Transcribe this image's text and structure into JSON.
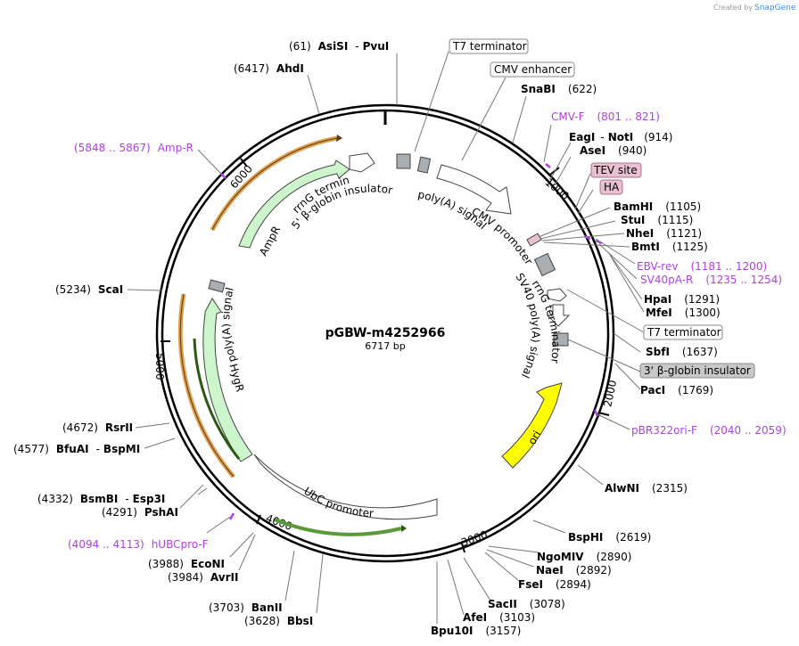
{
  "credit": "Created by",
  "brand": "SnapGene",
  "plasmid": {
    "name": "pGBW-m4252966",
    "length_label": "6717 bp"
  },
  "ticks": [
    "1000",
    "2000",
    "3000",
    "4000",
    "5000",
    "6000"
  ],
  "sites": [
    {
      "pos": "(61)",
      "name": "AsiSI",
      "sep": "-",
      "name2": "PvuI"
    },
    {
      "pos": "(6417)",
      "name": "AhdI"
    },
    {
      "name": "SnaBI",
      "pos": "(622)"
    },
    {
      "name": "EagI",
      "sep": "-",
      "name2": "NotI",
      "pos": "(914)"
    },
    {
      "name": "AseI",
      "pos": "(940)"
    },
    {
      "name": "BamHI",
      "pos": "(1105)"
    },
    {
      "name": "StuI",
      "pos": "(1115)"
    },
    {
      "name": "NheI",
      "pos": "(1121)"
    },
    {
      "name": "BmtI",
      "pos": "(1125)"
    },
    {
      "name": "HpaI",
      "pos": "(1291)"
    },
    {
      "name": "MfeI",
      "pos": "(1300)"
    },
    {
      "name": "SbfI",
      "pos": "(1637)"
    },
    {
      "name": "PacI",
      "pos": "(1769)"
    },
    {
      "name": "AlwNI",
      "pos": "(2315)"
    },
    {
      "name": "BspHI",
      "pos": "(2619)"
    },
    {
      "name": "NgoMIV",
      "pos": "(2890)"
    },
    {
      "name": "NaeI",
      "pos": "(2892)"
    },
    {
      "name": "FseI",
      "pos": "(2894)"
    },
    {
      "name": "SacII",
      "pos": "(3078)"
    },
    {
      "name": "AfeI",
      "pos": "(3103)"
    },
    {
      "name": "Bpu10I",
      "pos": "(3157)"
    },
    {
      "pos": "(3628)",
      "name": "BbsI"
    },
    {
      "pos": "(3703)",
      "name": "BanII"
    },
    {
      "pos": "(3984)",
      "name": "AvrII"
    },
    {
      "pos": "(3988)",
      "name": "EcoNI"
    },
    {
      "pos": "(4291)",
      "name": "PshAI"
    },
    {
      "pos": "(4332)",
      "name": "BsmBI",
      "sep": "-",
      "name2": "Esp3I"
    },
    {
      "pos": "(4577)",
      "name": "BfuAI",
      "sep": "-",
      "name2": "BspMI"
    },
    {
      "pos": "(4672)",
      "name": "RsrII"
    },
    {
      "pos": "(5234)",
      "name": "ScaI"
    }
  ],
  "primers": [
    {
      "name": "CMV-F",
      "range": "(801 .. 821)"
    },
    {
      "name": "EBV-rev",
      "range": "(1181 .. 1200)"
    },
    {
      "name": "SV40pA-R",
      "range": "(1235 .. 1254)"
    },
    {
      "name": "pBR322ori-F",
      "range": "(2040 .. 2059)"
    },
    {
      "name": "hUBCpro-F",
      "range": "(4094 .. 4113)"
    },
    {
      "name": "Amp-R",
      "range": "(5848 .. 5867)"
    }
  ],
  "boxed_labels": {
    "t7_top": "T7 terminator",
    "cmv_enhancer": "CMV enhancer",
    "tev_site": "TEV site",
    "ha": "HA",
    "t7_right": "T7 terminator",
    "beta_globin": "3' β-globin insulator"
  },
  "features": {
    "rrng_top": "rrnG terminator",
    "beta_globin_5": "5' β-globin insulator",
    "polya_top": "poly(A) signal",
    "cmv_promoter": "CMV promoter",
    "sv40": "SV40 poly(A) signal",
    "rrng_right": "rrnG terminator",
    "ori": "ori",
    "ubc": "UbC promoter",
    "hygr": "HygR",
    "polya_left": "poly(A) signal",
    "ampr": "AmpR"
  },
  "colors": {
    "primer": "#b040e0",
    "ampr_fill": "#ccf5cc",
    "orf_outline": "#e0a050",
    "ori_fill": "#ffff00",
    "terminator_fill": "#a9aeb3",
    "tag_fill": "#e8c0d0"
  }
}
